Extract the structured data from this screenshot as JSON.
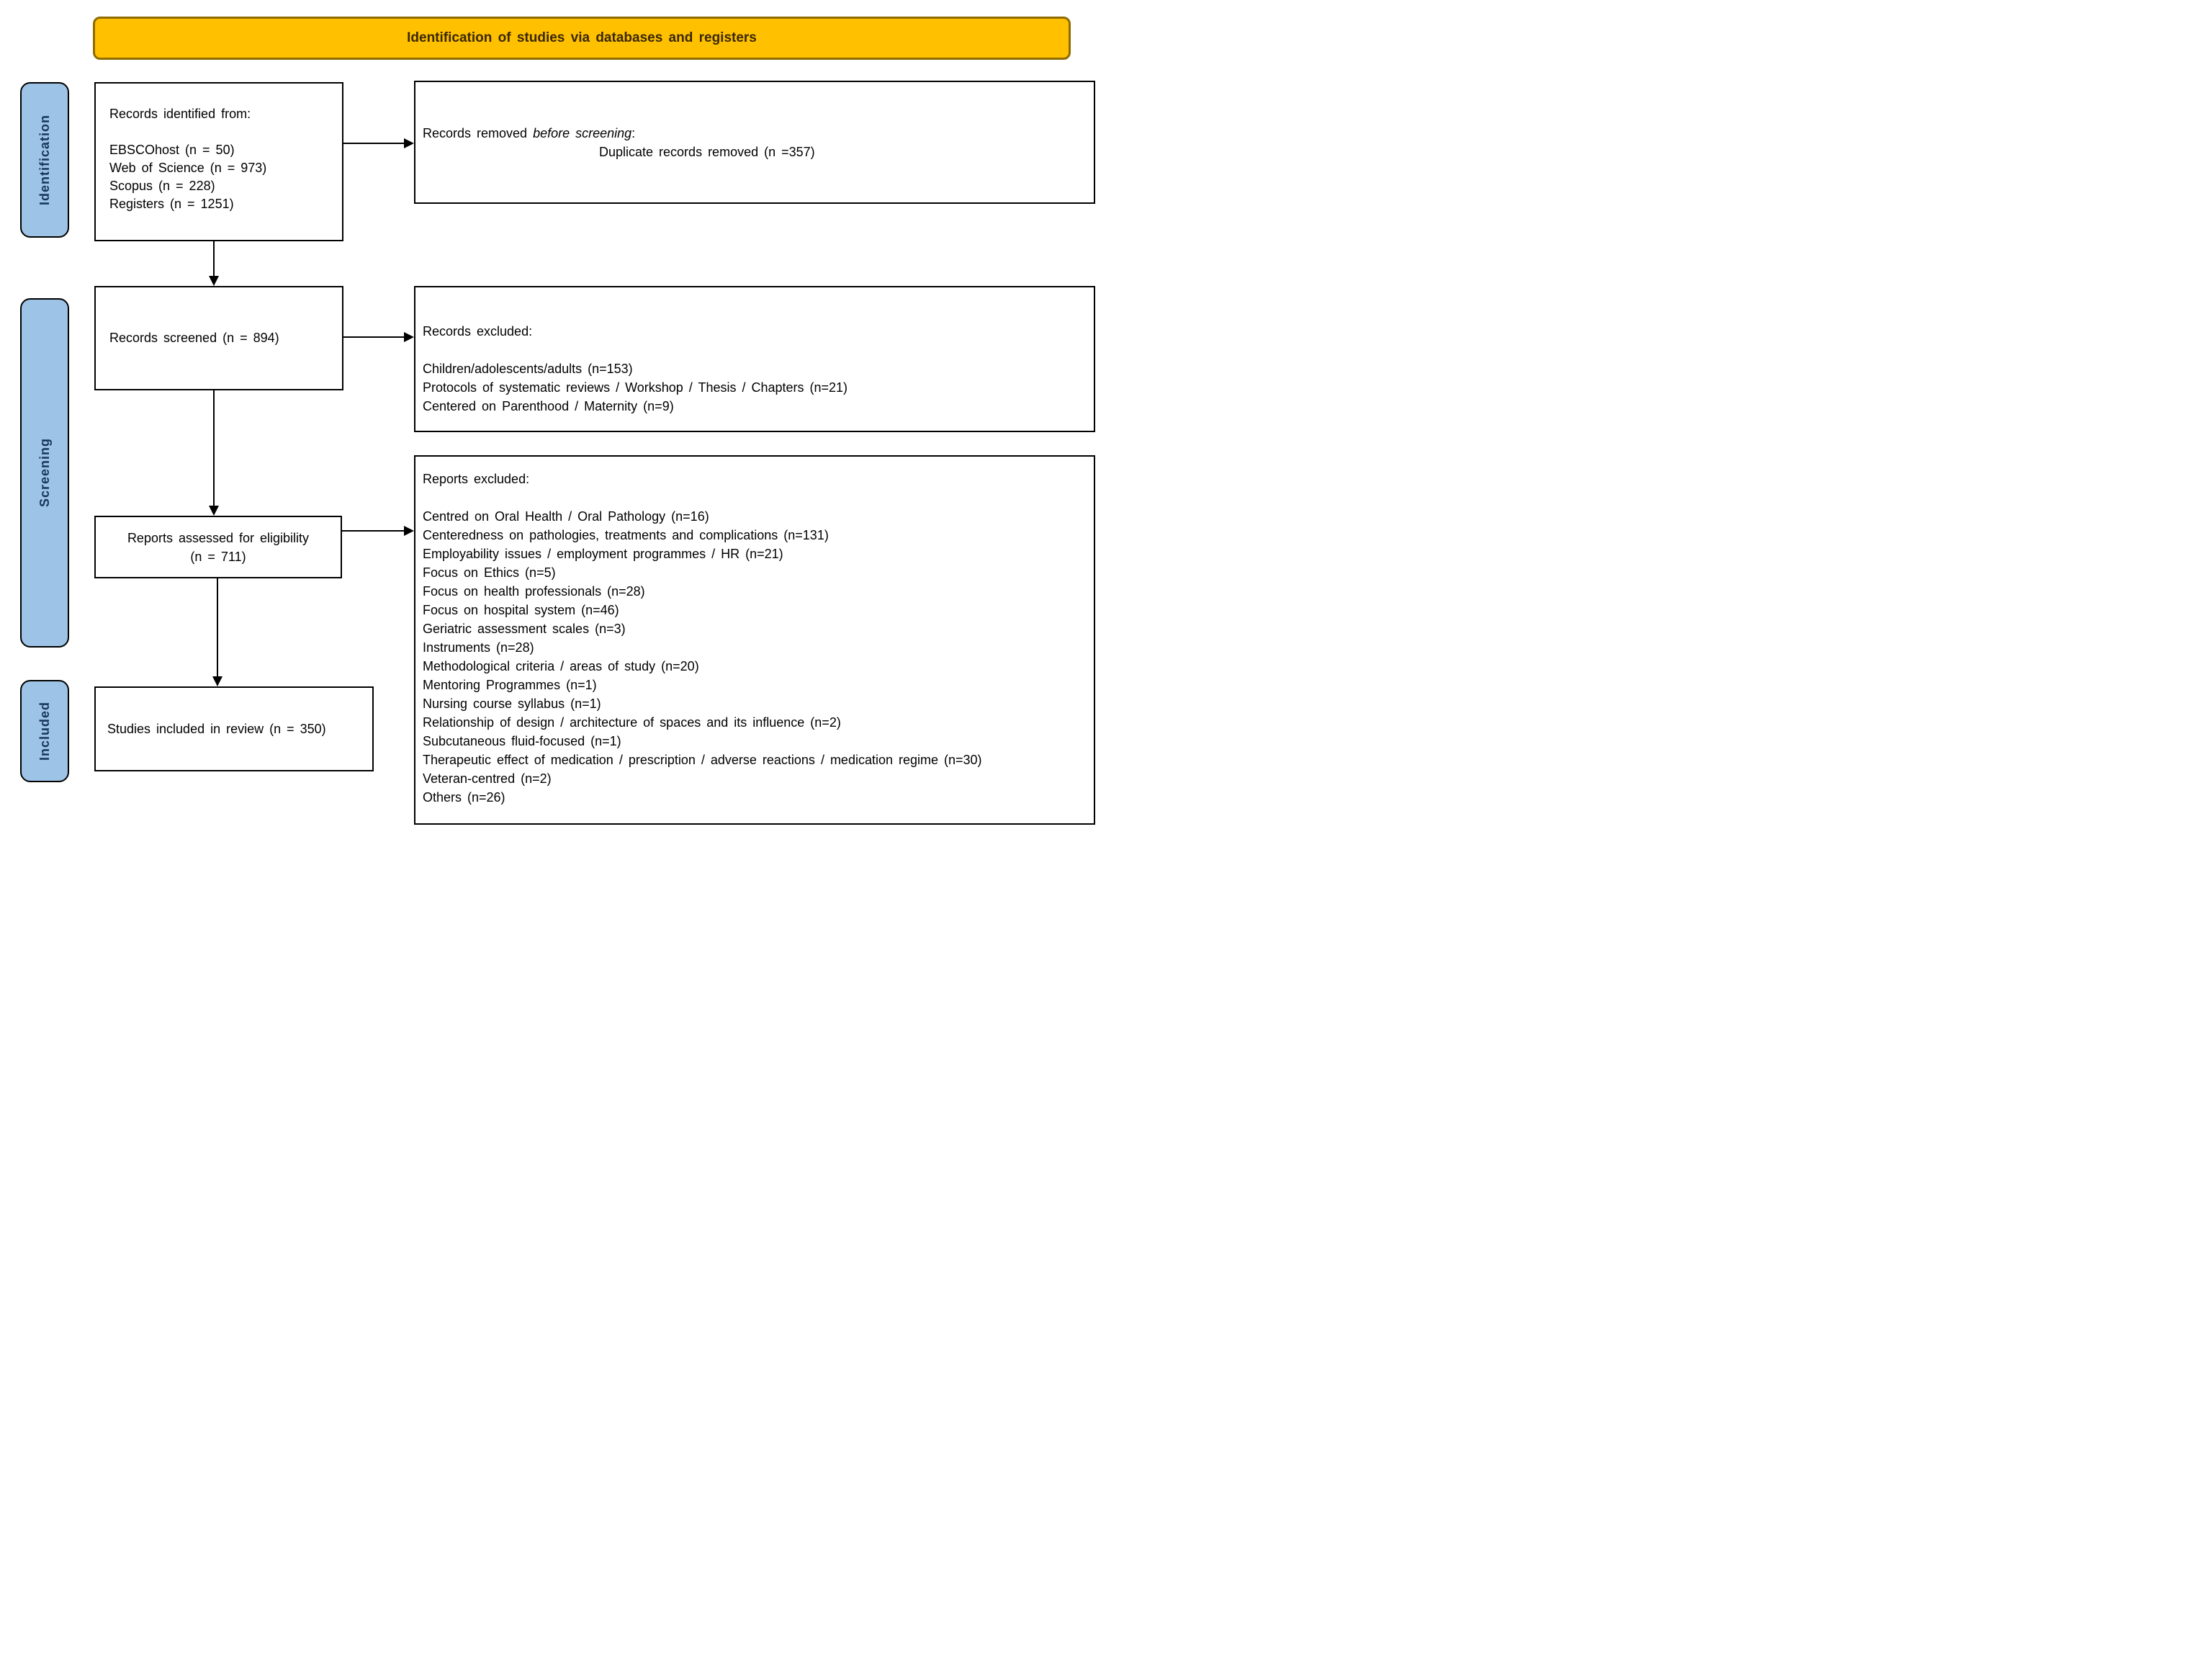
{
  "banner": {
    "label": "Identification of studies via databases and registers"
  },
  "stages": [
    {
      "label": "Identification"
    },
    {
      "label": "Screening"
    },
    {
      "label": "Included"
    }
  ],
  "boxes": {
    "identified": {
      "title": "Records identified from:",
      "items": [
        "EBSCOhost (n = 50)",
        "Web of Science (n = 973)",
        "Scopus (n = 228)",
        "Registers (n = 1251)"
      ]
    },
    "removed": {
      "prefix": "Records removed ",
      "italic": "before screening",
      "suffix": ":",
      "detail": "Duplicate records removed (n =357)"
    },
    "screened": {
      "label": "Records screened (n = 894)"
    },
    "records_excluded": {
      "title": "Records excluded:",
      "items": [
        "Children/adolescents/adults (n=153)",
        "Protocols of systematic reviews / Workshop / Thesis / Chapters (n=21)",
        "Centered on Parenthood / Maternity (n=9)"
      ]
    },
    "assessed": {
      "line1": "Reports assessed for eligibility",
      "line2": "(n = 711)"
    },
    "reports_excluded": {
      "title": "Reports excluded:",
      "items": [
        "Centred on Oral Health / Oral Pathology (n=16)",
        "Centeredness on pathologies, treatments and complications (n=131)",
        "Employability issues / employment programmes / HR (n=21)",
        "Focus on Ethics (n=5)",
        "Focus on health professionals (n=28)",
        "Focus on hospital system (n=46)",
        "Geriatric assessment scales (n=3)",
        "Instruments (n=28)",
        "Methodological criteria / areas of study (n=20)",
        "Mentoring Programmes (n=1)",
        "Nursing course syllabus (n=1)",
        "Relationship of design / architecture of spaces and its influence (n=2)",
        "Subcutaneous fluid-focused (n=1)",
        "Therapeutic effect of medication / prescription / adverse reactions / medication regime (n=30)",
        "Veteran-centred (n=2)",
        "Others (n=26)"
      ]
    },
    "included": {
      "label": "Studies included in review (n = 350)"
    }
  },
  "colors": {
    "banner_fill": "#FFC000",
    "banner_border": "#8F6B00",
    "banner_text": "#3A2800",
    "stage_fill": "#9DC3E6",
    "stage_border": "#000000",
    "stage_text": "#17365D",
    "box_border": "#000000",
    "arrow": "#000000"
  }
}
